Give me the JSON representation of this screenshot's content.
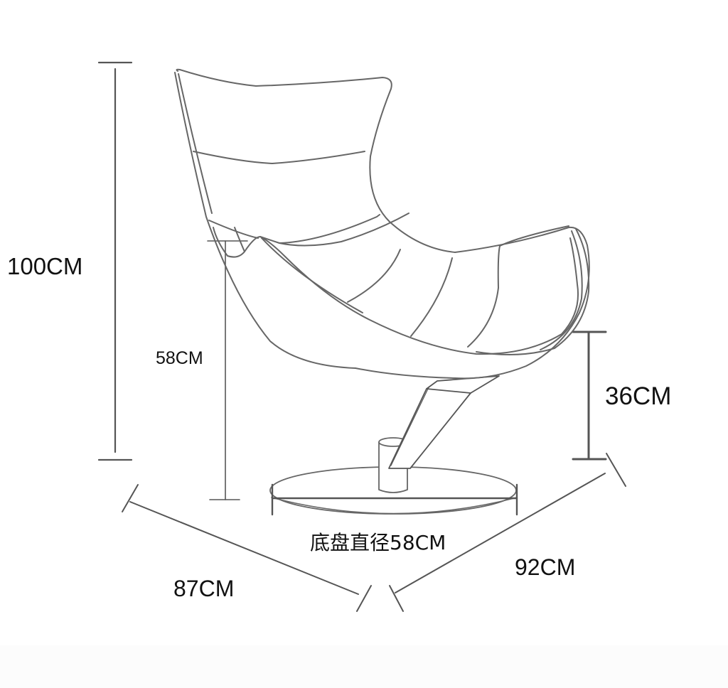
{
  "diagram": {
    "subject": "Lounge chair with swivel disc base",
    "line_color": "#555555",
    "text_color": "#111111",
    "background": "#ffffff"
  },
  "dimensions": {
    "overall_height": "100CM",
    "seat_height": "58CM",
    "armrest_height": "36CM",
    "base_diameter": "底盘直径58CM",
    "depth": "87CM",
    "width": "92CM"
  }
}
